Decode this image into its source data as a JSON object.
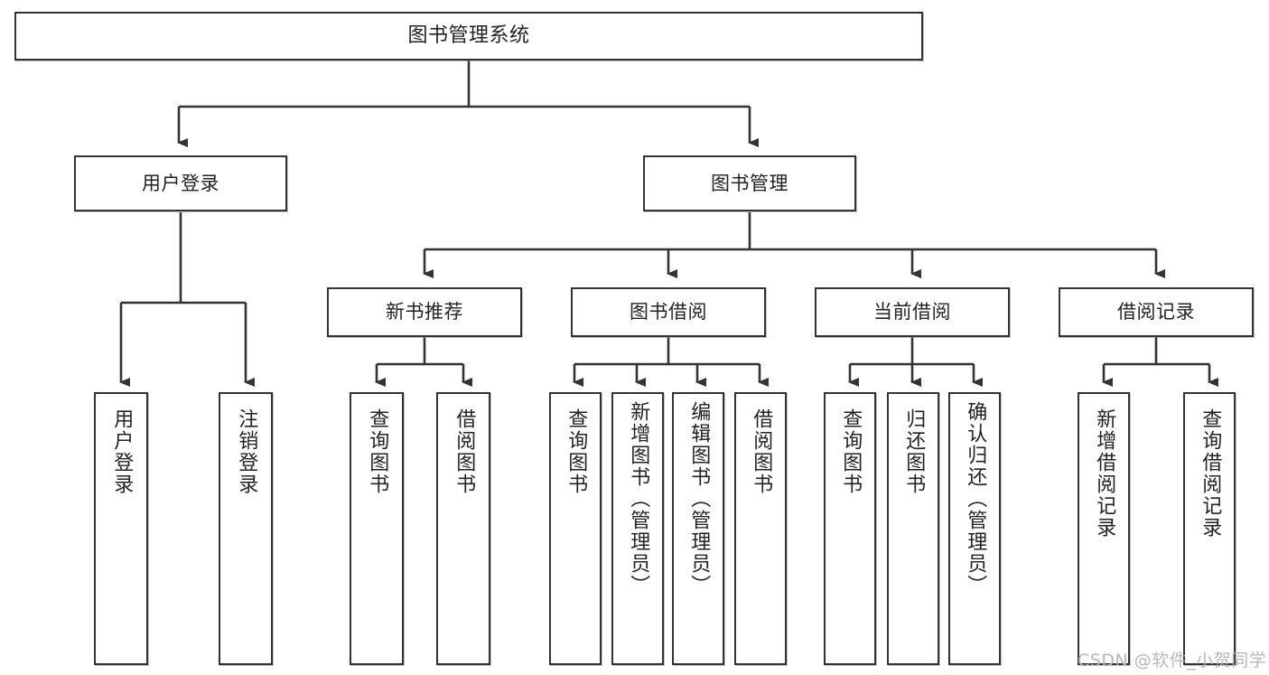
{
  "diagram": {
    "title": "图书管理系统",
    "type": "hierarchy-tree",
    "watermark": "CSDN @软件_小贺同学",
    "colors": {
      "box_border": "#333333",
      "box_fill": "#ffffff",
      "text": "#232323",
      "connector": "#333333",
      "watermark": "#b8b8b8",
      "background": "#ffffff"
    },
    "nodes": {
      "root": {
        "label": "图书管理系统"
      },
      "level2": [
        {
          "id": "user-login",
          "label": "用户登录"
        },
        {
          "id": "book-manage",
          "label": "图书管理"
        }
      ],
      "level3": [
        {
          "id": "new-book-recommend",
          "label": "新书推荐"
        },
        {
          "id": "book-borrow",
          "label": "图书借阅"
        },
        {
          "id": "current-borrow",
          "label": "当前借阅"
        },
        {
          "id": "borrow-record",
          "label": "借阅记录"
        }
      ],
      "leaves": {
        "user_login": [
          {
            "id": "leaf-user-login",
            "label": "用户登录"
          },
          {
            "id": "leaf-logout-login",
            "label": "注销登录"
          }
        ],
        "new_book_recommend": [
          {
            "id": "leaf-query-book-1",
            "label": "查询图书"
          },
          {
            "id": "leaf-borrow-book-1",
            "label": "借阅图书"
          }
        ],
        "book_borrow": [
          {
            "id": "leaf-query-book-2",
            "label": "查询图书"
          },
          {
            "id": "leaf-add-book",
            "label": "新增图书（管理员）"
          },
          {
            "id": "leaf-edit-book",
            "label": "编辑图书（管理员）"
          },
          {
            "id": "leaf-borrow-book-2",
            "label": "借阅图书"
          }
        ],
        "current_borrow": [
          {
            "id": "leaf-query-book-3",
            "label": "查询图书"
          },
          {
            "id": "leaf-return-book",
            "label": "归还图书"
          },
          {
            "id": "leaf-confirm-return",
            "label": "确认归还（管理员）"
          }
        ],
        "borrow_record": [
          {
            "id": "leaf-add-record",
            "label": "新增借阅记录"
          },
          {
            "id": "leaf-query-record",
            "label": "查询借阅记录"
          }
        ]
      }
    }
  }
}
